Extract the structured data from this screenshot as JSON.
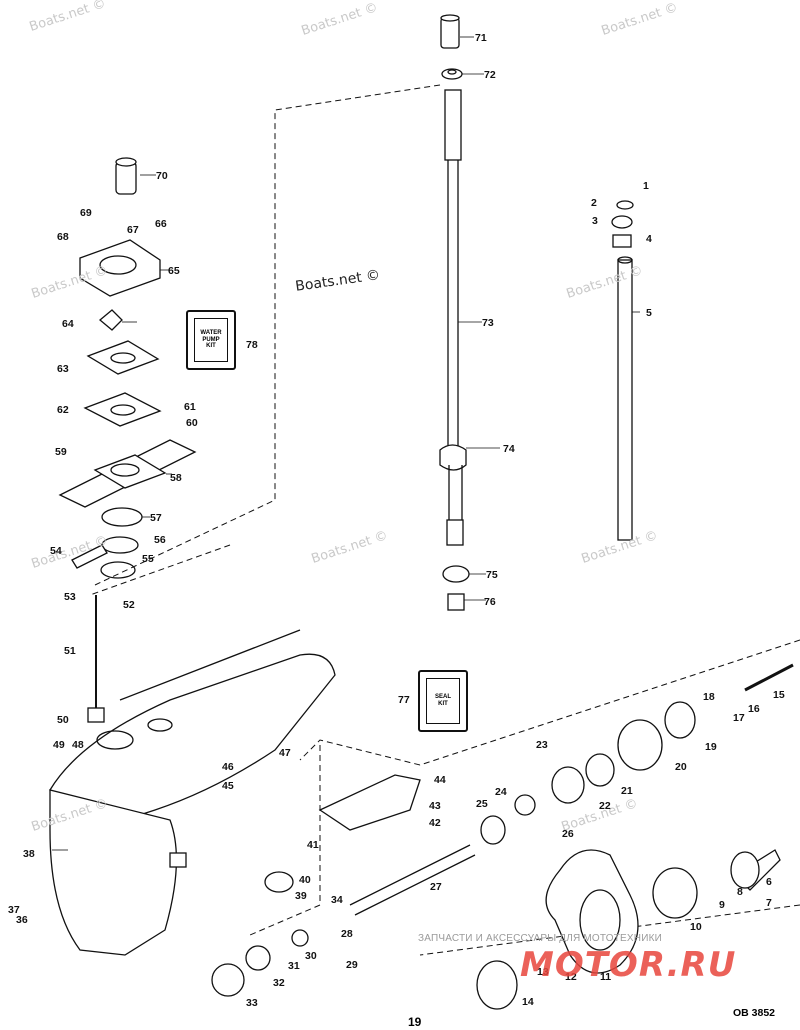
{
  "watermark": "Boats.net ©",
  "reference_code": "OB 3852",
  "page_number": "19",
  "brand_banner": "ЗАПЧАСТИ И АКСЕССУАРЫ ДЛЯ МОТОТЕХНИКИ",
  "brand_logo": "MOTOR.RU",
  "kits": {
    "water_pump": [
      "WATER",
      "PUMP",
      "KIT"
    ],
    "seal": [
      "SEAL",
      "KIT"
    ]
  },
  "callouts": [
    "1",
    "2",
    "3",
    "4",
    "5",
    "6",
    "7",
    "8",
    "9",
    "10",
    "11",
    "12",
    "13",
    "14",
    "15",
    "16",
    "17",
    "18",
    "19",
    "20",
    "21",
    "22",
    "23",
    "24",
    "25",
    "26",
    "27",
    "28",
    "29",
    "30",
    "31",
    "32",
    "33",
    "34",
    "36",
    "37",
    "38",
    "39",
    "40",
    "41",
    "42",
    "43",
    "44",
    "45",
    "46",
    "47",
    "48",
    "49",
    "50",
    "51",
    "52",
    "53",
    "54",
    "55",
    "56",
    "57",
    "58",
    "59",
    "60",
    "61",
    "62",
    "63",
    "64",
    "65",
    "66",
    "67",
    "68",
    "69",
    "70",
    "71",
    "72",
    "73",
    "74",
    "75",
    "76",
    "77",
    "78"
  ]
}
